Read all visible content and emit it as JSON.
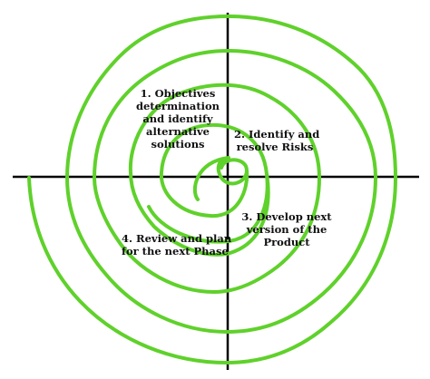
{
  "colors": {
    "spiral": "#5fd12b",
    "axes": "#000000",
    "text": "#111111"
  },
  "quadrants": [
    {
      "lines": [
        "1. Objectives",
        "determination",
        "and identify",
        "alternative",
        "solutions"
      ]
    },
    {
      "lines": [
        "2. Identify and",
        "resolve Risks"
      ]
    },
    {
      "lines": [
        "3. Develop next",
        "version of the",
        "Product"
      ]
    },
    {
      "lines": [
        "4. Review and plan",
        "for the next Phase"
      ]
    }
  ]
}
